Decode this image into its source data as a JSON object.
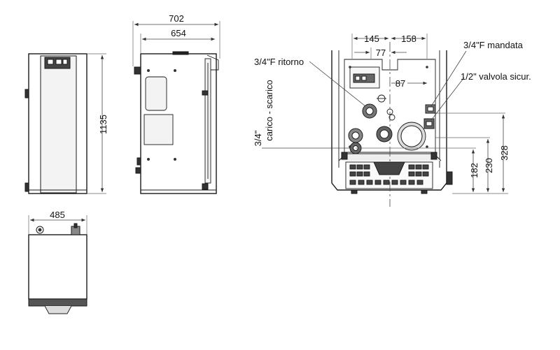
{
  "dimensions": {
    "overall_depth": "702",
    "body_depth": "654",
    "height": "1135",
    "width": "485",
    "left_offset": "145",
    "right_offset": "158",
    "center_spacing": "77",
    "inner_spacing": "87",
    "height_182": "182",
    "height_230": "230",
    "height_328": "328"
  },
  "labels": {
    "return_connection": "3/4\"F ritorno",
    "supply_connection": "3/4\"F mandata",
    "safety_valve": "1/2\" valvola sicur.",
    "fill_drain_size": "3/4\"",
    "fill_drain_text": "carico - scarico"
  }
}
